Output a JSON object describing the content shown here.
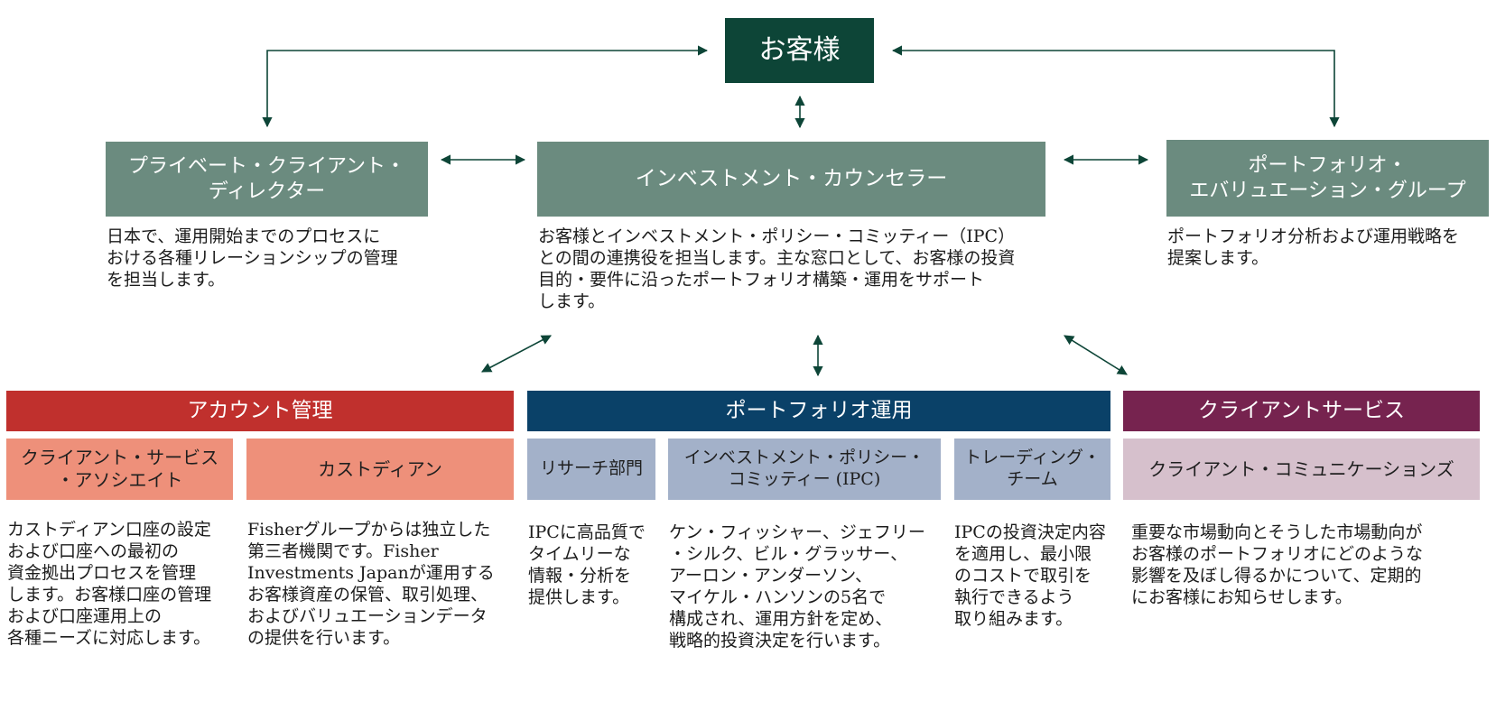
{
  "colors": {
    "customer": "#0d4537",
    "green": "#6b8b7f",
    "account": "#c0302d",
    "account_sub": "#ee907a",
    "portfolio": "#0a4168",
    "portfolio_sub": "#a3b1c9",
    "client": "#76234f",
    "client_sub": "#d6c0cc",
    "arrow": "#0d4537"
  },
  "customer": {
    "label": "お客様"
  },
  "top_row": {
    "pcd": {
      "title": "プライベート・クライアント・\nディレクター",
      "desc": "日本で、運用開始までのプロセスに\nおける各種リレーションシップの管理\nを担当します。"
    },
    "ic": {
      "title": "インベストメント・カウンセラー",
      "desc": "お客様とインベストメント・ポリシー・コミッティー（IPC）\nとの間の連携役を担当します。主な窓口として、お客様の投資\n目的・要件に沿ったポートフォリオ構築・運用をサポート\nします。"
    },
    "peg": {
      "title": "ポートフォリオ・\nエバリュエーション・グループ",
      "desc": "ポートフォリオ分析および運用戦略を\n提案します。"
    }
  },
  "departments": {
    "account": {
      "title": "アカウント管理",
      "subs": [
        {
          "label": "クライアント・サービス\n・アソシエイト",
          "desc": "カストディアン口座の設定\nおよび口座への最初の\n資金拠出プロセスを管理\nします。お客様口座の管理\nおよび口座運用上の\n各種ニーズに対応します。"
        },
        {
          "label": "カストディアン",
          "desc": "Fisherグループからは独立した\n第三者機関です。Fisher\nInvestments Japanが運用する\nお客様資産の保管、取引処理、\nおよびバリュエーションデータ\nの提供を行います。"
        }
      ]
    },
    "portfolio": {
      "title": "ポートフォリオ運用",
      "subs": [
        {
          "label": "リサーチ部門",
          "desc": "IPCに高品質で\nタイムリーな\n情報・分析を\n提供します。"
        },
        {
          "label": "インベストメント・ポリシー・\nコミッティー (IPC)",
          "desc": "ケン・フィッシャー、ジェフリー\n・シルク、ビル・グラッサー、\nアーロン・アンダーソン、\nマイケル・ハンソンの5名で\n構成され、運用方針を定め、\n戦略的投資決定を行います。"
        },
        {
          "label": "トレーディング・\nチーム",
          "desc": "IPCの投資決定内容\nを適用し、最小限\nのコストで取引を\n執行できるよう\n取り組みます。"
        }
      ]
    },
    "client": {
      "title": "クライアントサービス",
      "subs": [
        {
          "label": "クライアント・コミュニケーションズ",
          "desc": "重要な市場動向とそうした市場動向が\nお客様のポートフォリオにどのような\n影響を及ぼし得るかについて、定期的\nにお客様にお知らせします。"
        }
      ]
    }
  }
}
